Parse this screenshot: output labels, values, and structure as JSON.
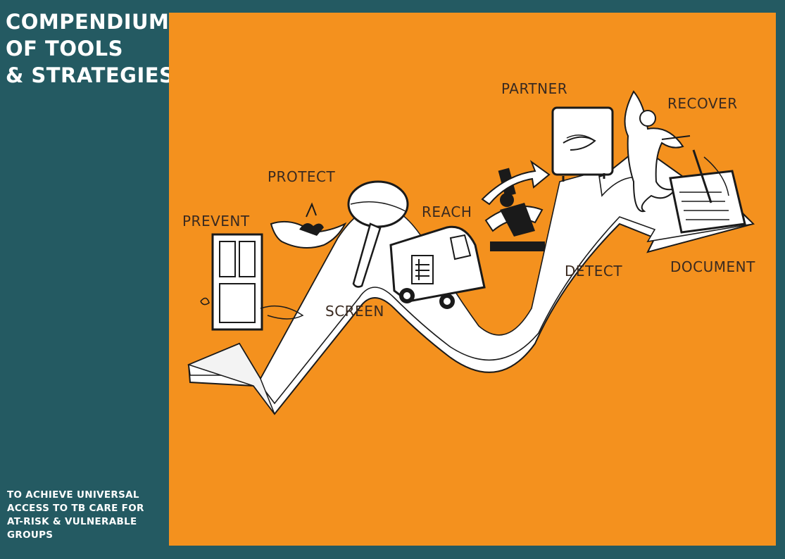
{
  "sidebar": {
    "title_lines": [
      "COMPENDIUM",
      "OF TOOLS",
      "& STRATEGIES"
    ],
    "tagline_lines": [
      "TO ACHIEVE UNIVERSAL",
      "ACCESS TO TB CARE FOR",
      "AT-RISK & VULNERABLE",
      "GROUPS"
    ]
  },
  "illustration": {
    "stages": [
      {
        "label": "PREVENT",
        "icon": "door-icon"
      },
      {
        "label": "PROTECT",
        "icon": "hand-icon"
      },
      {
        "label": "SCREEN",
        "icon": "magnifier-icon"
      },
      {
        "label": "REACH",
        "icon": "van-icon"
      },
      {
        "label": "DETECT",
        "icon": "microscope-icon"
      },
      {
        "label": "PARTNER",
        "icon": "handshake-icon"
      },
      {
        "label": "RECOVER",
        "icon": "leaping-figure-icon"
      },
      {
        "label": "DOCUMENT",
        "icon": "clipboard-icon"
      }
    ]
  },
  "colors": {
    "sidebar_bg": "#245a62",
    "panel_bg": "#f4911e",
    "text_light": "#ffffff",
    "text_dark": "#3a2a20"
  }
}
